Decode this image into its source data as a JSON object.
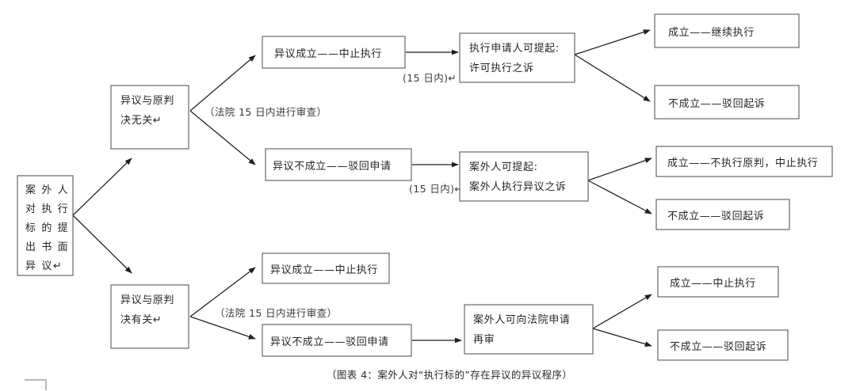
{
  "diagram": {
    "caption": "（图表 4：案外人对“执行标的”存在异议的异议程序）",
    "nodes": {
      "start": {
        "lines": [
          "案 外 人",
          "对 执 行",
          "标 的 提",
          "出 书 面",
          "异 议↵"
        ],
        "plain": "案外人对执行标的提出书面异议"
      },
      "branch_unrelated": {
        "lines": [
          "异议与原判",
          "决无关↵"
        ],
        "plain": "异议与原判决无关"
      },
      "branch_related": {
        "lines": [
          "异议与原判",
          "决有关↵"
        ],
        "plain": "异议与原判决有关"
      },
      "r1_sustained": {
        "lines": [
          "异议成立——中止执行"
        ]
      },
      "r1_rejected": {
        "lines": [
          "异议不成立——驳回申请"
        ]
      },
      "r1_applicant_suit": {
        "lines": [
          "执行申请人可提起:",
          "许可执行之诉"
        ]
      },
      "r1_outcome_yes": {
        "lines": [
          "成立——继续执行"
        ]
      },
      "r1_outcome_no": {
        "lines": [
          "不成立——驳回起诉"
        ]
      },
      "r2_third_party_suit": {
        "lines": [
          "案外人可提起:",
          "案外人执行异议之诉"
        ]
      },
      "r2_outcome_yes": {
        "lines": [
          "成立——不执行原判，中止执行"
        ]
      },
      "r2_outcome_no": {
        "lines": [
          "不成立——驳回起诉"
        ]
      },
      "r3_sustained": {
        "lines": [
          "异议成立——中止执行"
        ]
      },
      "r3_rejected": {
        "lines": [
          "异议不成立——驳回申请"
        ]
      },
      "r3_retrial": {
        "lines": [
          "案外人可向法院申请",
          "再审"
        ]
      },
      "r3_outcome_yes": {
        "lines": [
          "成立——中止执行"
        ]
      },
      "r3_outcome_no": {
        "lines": [
          "不成立——驳回起诉"
        ]
      }
    },
    "edge_labels": {
      "review_top": "（法院 15 日内进行审查）",
      "review_bottom": "（法院 15 日内进行审查）",
      "days_top": "(15 日内)↵",
      "days_mid": "(15 日内)↵"
    },
    "colors": {
      "box_stroke": "#595959",
      "edge_stroke": "#1f1f1f",
      "text": "#262626",
      "background": "#ffffff",
      "crop_mark": "#b8b8b8"
    }
  }
}
